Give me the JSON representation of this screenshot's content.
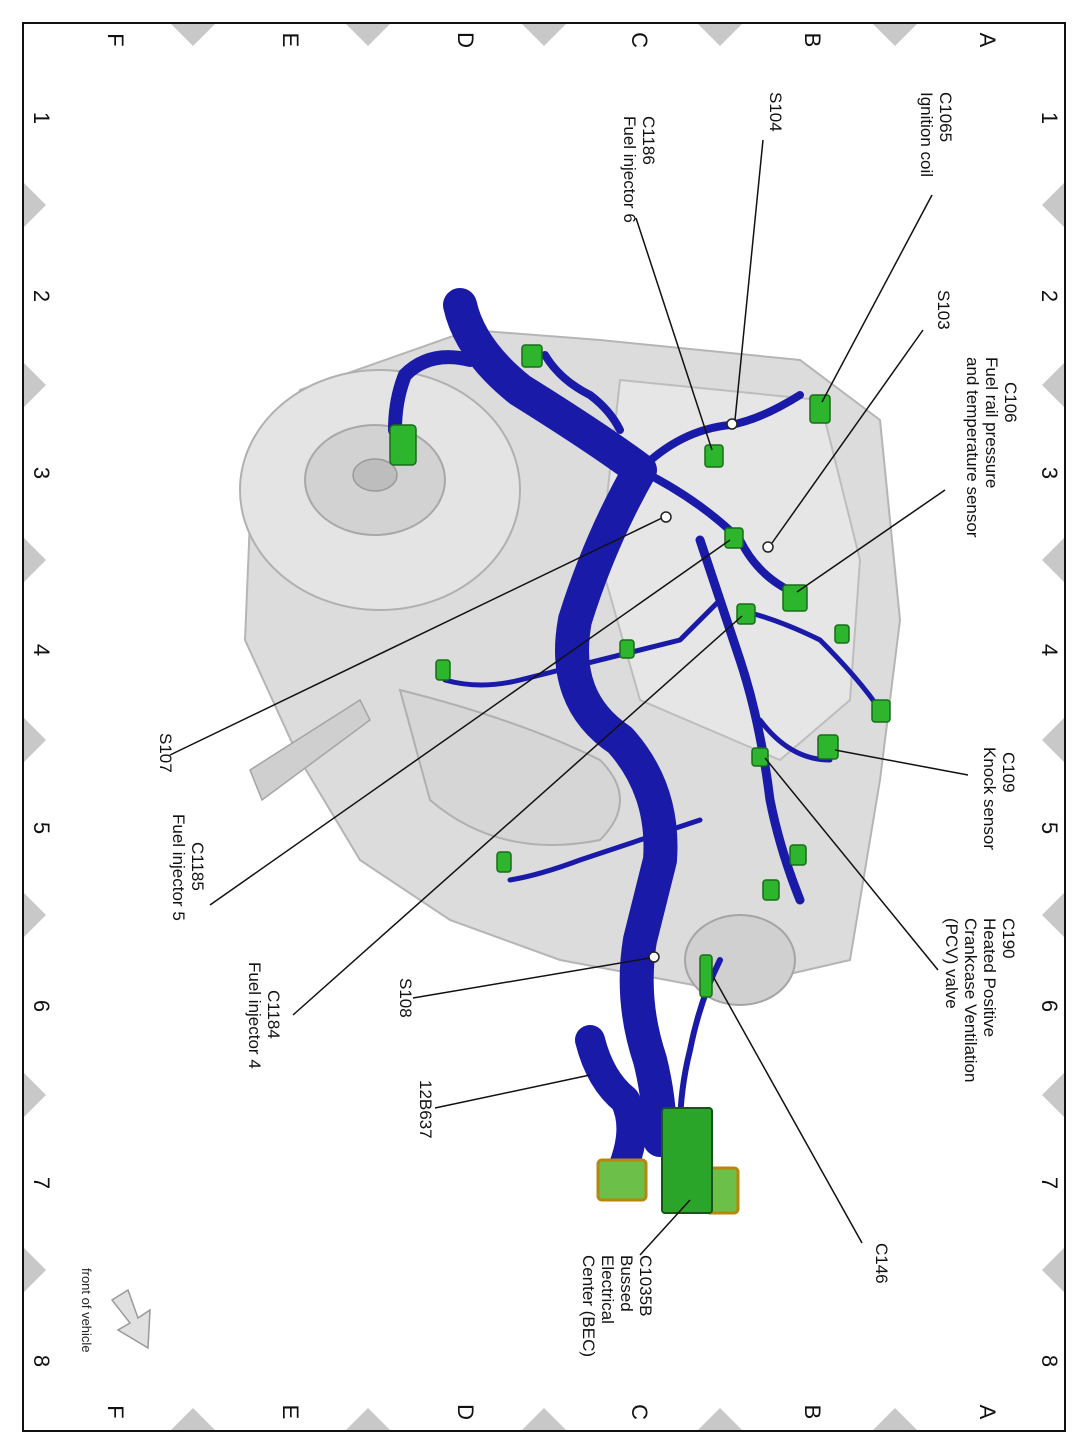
{
  "grid": {
    "rows": [
      "A",
      "B",
      "C",
      "D",
      "E",
      "F"
    ],
    "cols": [
      "1",
      "2",
      "3",
      "4",
      "5",
      "6",
      "7",
      "8"
    ]
  },
  "callouts": {
    "c1065": [
      "C1065",
      "Ignition coil"
    ],
    "s104": [
      "S104"
    ],
    "c1186": [
      "C1186",
      "Fuel injector 6"
    ],
    "s103": [
      "S103"
    ],
    "c106": [
      "C106",
      "Fuel rail pressure",
      "and temperature sensor"
    ],
    "c109": [
      "C109",
      "Knock sensor"
    ],
    "c190": [
      "C190",
      "Heated Positive",
      "Crankcase Ventilation",
      "(PCV) valve"
    ],
    "s107": [
      "S107"
    ],
    "c1185": [
      "C1185",
      "Fuel injector 5"
    ],
    "s108": [
      "S108"
    ],
    "c1184": [
      "C1184",
      "Fuel injector 4"
    ],
    "harness": [
      "12B637"
    ],
    "c146": [
      "C146"
    ],
    "c1035b": [
      "C1035B",
      "Bussed",
      "Electrical",
      "Center (BEC)"
    ]
  },
  "orientation_note": "front of vehicle",
  "colors": {
    "harness": "#1a1aa8",
    "connector": "#2db52d",
    "engine": "#d9d9d9",
    "markers": "#c8c8c8"
  }
}
